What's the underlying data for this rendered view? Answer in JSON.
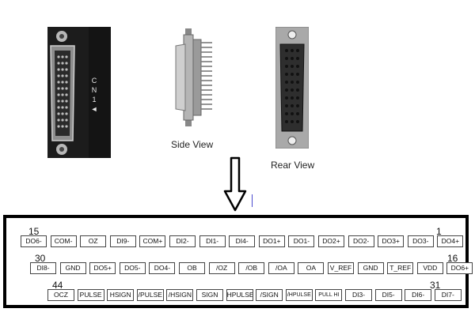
{
  "header": {
    "connector_label": [
      "C",
      "N",
      "1",
      "◄"
    ],
    "side_view_caption": "Side View",
    "rear_view_caption": "Rear View"
  },
  "colors": {
    "panel": "#1c1c1c",
    "metal": "#9a9a9a",
    "frame": "#000000"
  },
  "pinout": {
    "row1": {
      "start_num": "15",
      "end_num": "1",
      "pins": [
        "DO6-",
        "COM-",
        "OZ",
        "DI9-",
        "COM+",
        "DI2-",
        "DI1-",
        "DI4-",
        "DO1+",
        "DO1-",
        "DO2+",
        "DO2-",
        "DO3+",
        "DO3-",
        "DO4+"
      ]
    },
    "row2": {
      "start_num": "30",
      "end_num": "16",
      "pins": [
        "DI8-",
        "GND",
        "DO5+",
        "DO5-",
        "DO4-",
        "OB",
        "/OZ",
        "/OB",
        "/OA",
        "OA",
        "V_REF",
        "GND",
        "T_REF",
        "VDD",
        "DO6+"
      ]
    },
    "row3": {
      "start_num": "44",
      "end_num": "31",
      "pins": [
        "OCZ",
        "PULSE",
        "HSIGN",
        "/PULSE",
        "/HSIGN",
        "SIGN",
        "HPULSE",
        "/SIGN",
        "/HPULSE",
        "PULL HI",
        "DI3-",
        "DI5-",
        "DI6-",
        "DI7-"
      ]
    }
  }
}
